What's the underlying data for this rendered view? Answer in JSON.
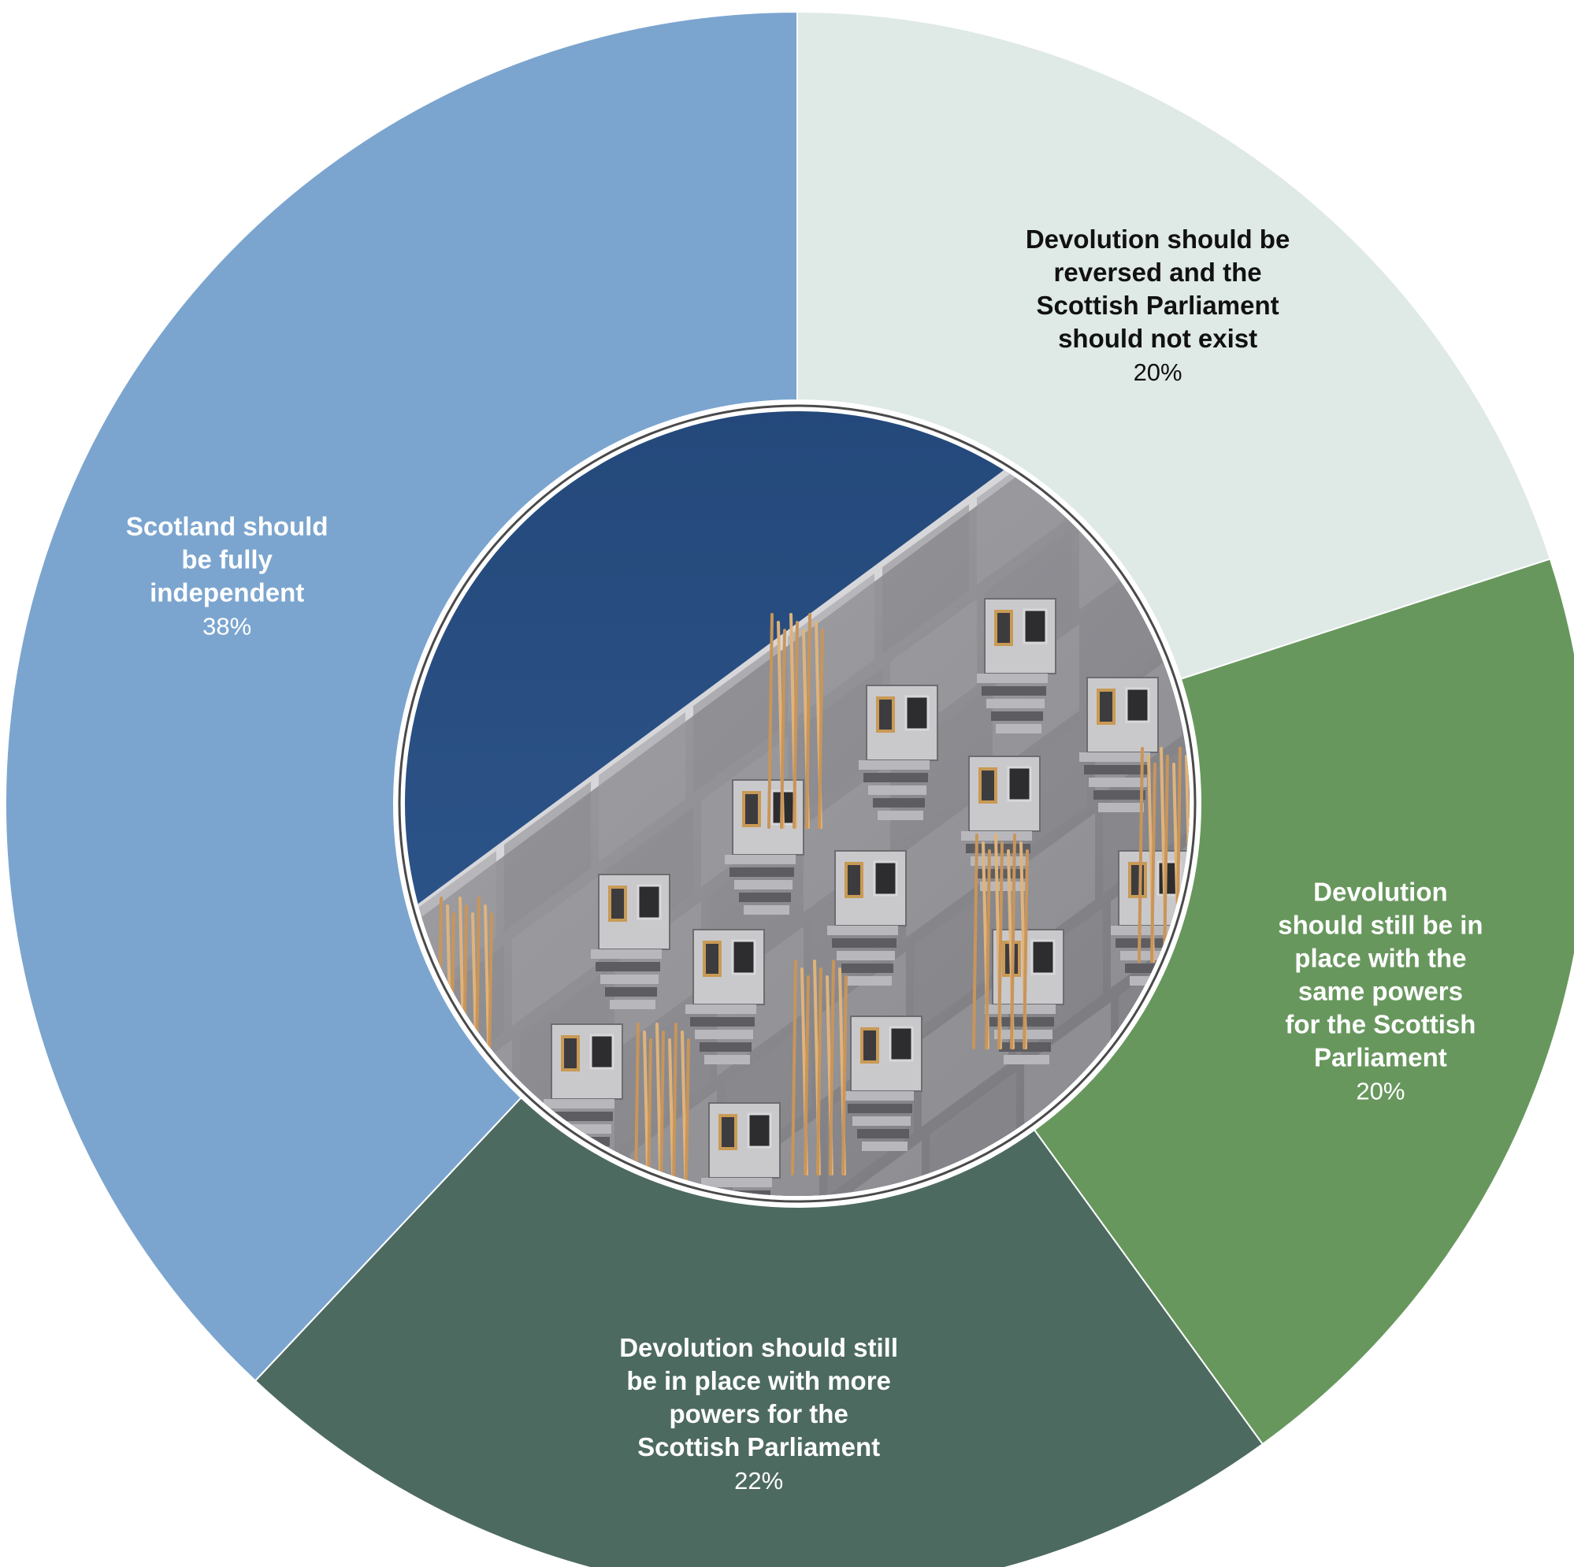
{
  "chart_data": {
    "type": "pie",
    "variant": "donut",
    "categories": [
      "Devolution should be reversed and the Scottish Parliament should not exist",
      "Devolution should still be in place with the same powers for the Scottish Parliament",
      "Devolution should still be in place with more powers for the Scottish Parliament",
      "Scotland should be fully independent"
    ],
    "values": [
      20,
      20,
      22,
      38
    ],
    "unit": "%",
    "legend": "none",
    "slices": [
      {
        "label_lines": [
          "Devolution should be",
          "reversed and the",
          "Scottish Parliament",
          "should not exist"
        ],
        "value_label": "20%",
        "color": "#dfe9e5",
        "text_color": "#111111"
      },
      {
        "label_lines": [
          "Devolution",
          "should still be in",
          "place with the",
          "same powers",
          "for the Scottish",
          "Parliament"
        ],
        "value_label": "20%",
        "color": "#68975e",
        "text_color": "#ffffff"
      },
      {
        "label_lines": [
          "Devolution should still",
          "be in place with more",
          "powers for the",
          "Scottish Parliament"
        ],
        "value_label": "22%",
        "color": "#4d6a60",
        "text_color": "#ffffff"
      },
      {
        "label_lines": [
          "Scotland should",
          "be fully",
          "independent"
        ],
        "value_label": "38%",
        "color": "#7ba5cf",
        "text_color": "#ffffff"
      }
    ],
    "center_image": "photo-of-scottish-parliament-facade"
  }
}
